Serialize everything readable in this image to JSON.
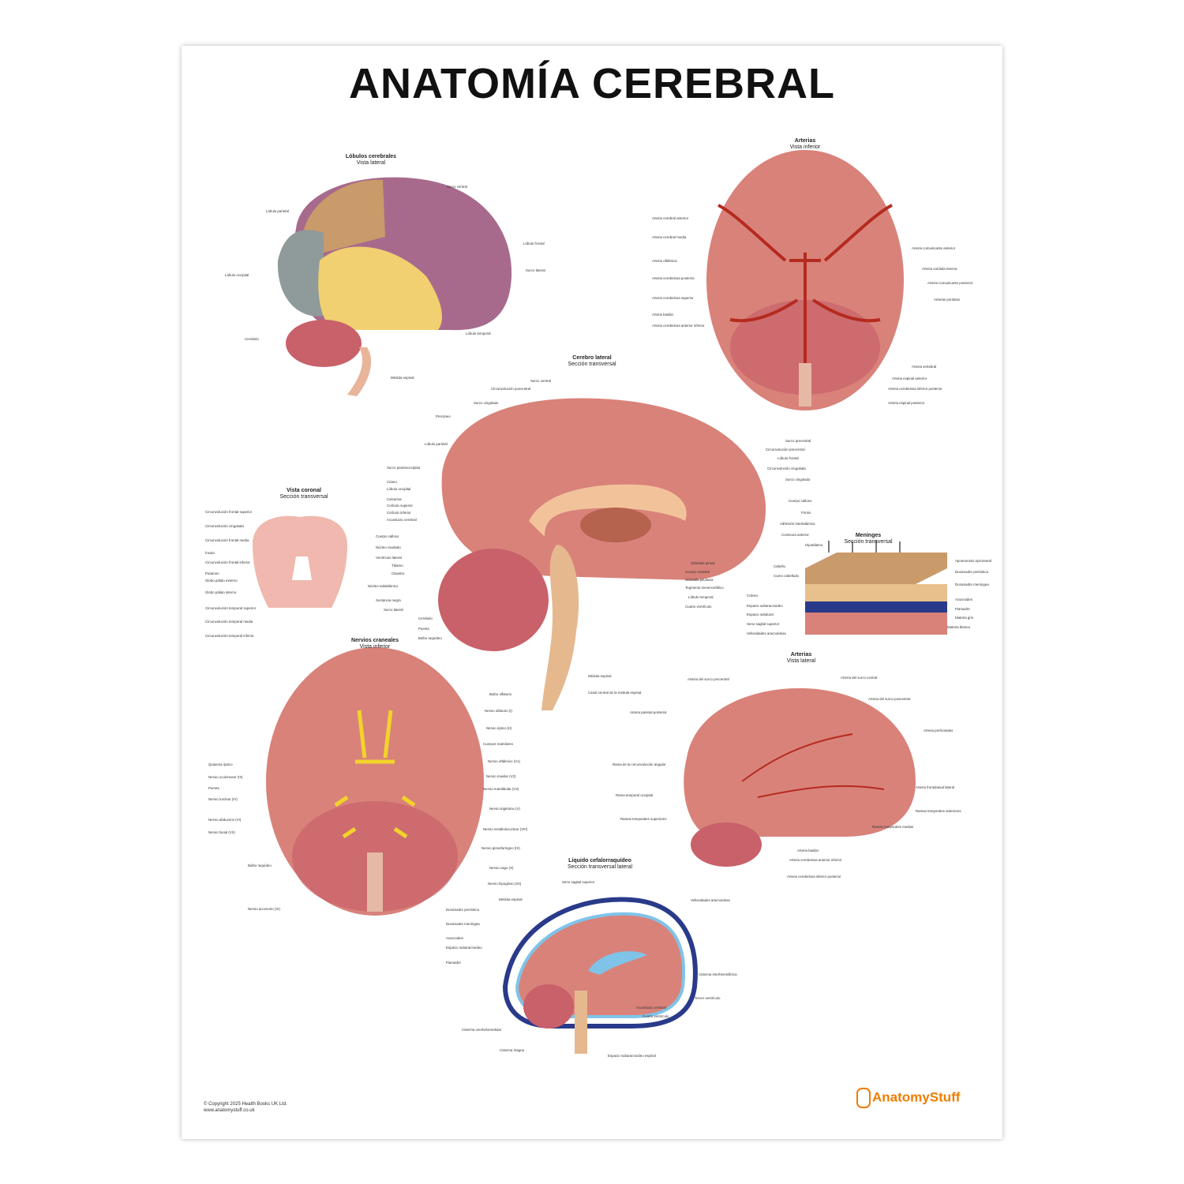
{
  "poster": {
    "title": "ANATOMÍA CEREBRAL",
    "panels": {
      "lobes": {
        "title": "Lóbulos cerebrales",
        "subtitle": "Vista lateral",
        "labels": [
          "Surco central",
          "Lóbulo parietal",
          "Lóbulo frontal",
          "Lóbulo occipital",
          "Surco lateral",
          "Cerebelo",
          "Lóbulo temporal",
          "Médula espinal"
        ]
      },
      "arteries_inferior": {
        "title": "Arterias",
        "subtitle": "Vista inferior",
        "labels": [
          "Arteria cerebral anterior",
          "Arteria cerebral media",
          "Arteria oftálmica",
          "Arteria cerebelosa posterior",
          "Arteria cerebelosa superior",
          "Arteria basilar",
          "Arteria cerebelosa anterior inferior",
          "Arteria comunicante anterior",
          "Arteria carótida interna",
          "Arteria comunicante posterior",
          "Arterias pontinas",
          "Arteria vertebral",
          "Arteria espinal anterior",
          "Arteria cerebelosa inferior posterior",
          "Arteria espinal posterior"
        ]
      },
      "median": {
        "title": "Cerebro lateral",
        "subtitle": "Sección transversal",
        "labels": [
          "Surco central",
          "Circunvolución poscentral",
          "Surco cingulado",
          "Precúneo",
          "Lóbulo parietal",
          "Surco parietooccipital",
          "Cúneo",
          "Lóbulo occipital",
          "Calcarina",
          "Colículo superior",
          "Colículo inferior",
          "Acueducto cerebral",
          "Surco precentral",
          "Circunvolución precentral",
          "Lóbulo frontal",
          "Circunvolución cingulada",
          "Surco cingulado",
          "Cuerpo calloso",
          "Fórnix",
          "Adhesión intertalámica",
          "Comisura anterior",
          "Hipotálamo",
          "Glándula pineal",
          "Cuerpo mamilar",
          "Glándula pituitaria",
          "Tegmento mesencefálico",
          "Lóbulo temporal",
          "Cuarto ventrículo",
          "Cerebelo",
          "Puente",
          "Bulbo raquídeo",
          "Médula espinal",
          "Canal central de la médula espinal"
        ]
      },
      "coronal": {
        "title": "Vista coronal",
        "subtitle": "Sección transversal",
        "labels": [
          "Circunvolución frontal superior",
          "Circunvolución cingulada",
          "Circunvolución frontal media",
          "Ínsula",
          "Circunvolución frontal inferior",
          "Putamen",
          "Globo pálido externo",
          "Globo pálido interno",
          "Circunvolución temporal superior",
          "Circunvolución temporal media",
          "Circunvolución temporal inferior",
          "Cuerpo calloso",
          "Núcleo caudado",
          "Ventrículo lateral",
          "Tálamo",
          "Claustro",
          "Núcleo subtalámico",
          "Sustancia negra",
          "Surco lateral"
        ]
      },
      "meninges": {
        "title": "Meninges",
        "subtitle": "Sección transversal",
        "labels": [
          "Cabello",
          "Cuero cabelludo",
          "Cráneo",
          "Espacio subaracnoideo",
          "Espacio subdural",
          "Seno sagital superior",
          "Vellosidades aracnoideas",
          "Aponeurosis epicraneal",
          "Duramadre perióstica",
          "Duramadre meníngea",
          "Aracnoides",
          "Piamadre",
          "Materia gris",
          "Materia blanca"
        ]
      },
      "nerves": {
        "title": "Nervios craneales",
        "subtitle": "Vista inferior",
        "labels": [
          "Bulbo olfatorio",
          "Nervio olfatorio (I)",
          "Nervio óptico (II)",
          "Cuerpos mamilares",
          "Nervio oftálmico (V1)",
          "Nervio maxilar (V2)",
          "Nervio mandibular (V3)",
          "Nervio trigémino (V)",
          "Nervio vestibulococlear (VIII)",
          "Nervio glosofaríngeo (IX)",
          "Nervio vago (X)",
          "Nervio hipogloso (XII)",
          "Médula espinal",
          "Quiasma óptico",
          "Nervio oculomotor (III)",
          "Puente",
          "Nervio troclear (IV)",
          "Nervio abducens (VI)",
          "Nervio facial (VII)",
          "Bulbo raquídeo",
          "Nervio accesorio (XI)"
        ]
      },
      "arteries_lateral": {
        "title": "Arterias",
        "subtitle": "Vista lateral",
        "labels": [
          "Arteria del surco precentral",
          "Arteria del surco central",
          "Arteria del surco poscentral",
          "Arteria parietal posterior",
          "Arteria prefrontales",
          "Rama de la circunvolución angular",
          "Arteria frontobasal lateral",
          "Rama temporal occipital",
          "Ramas temporales superiores",
          "Ramas temporales anteriores",
          "Ramas temporales medias",
          "Arteria basilar",
          "Arteria cerebelosa anterior inferior",
          "Arteria cerebelosa inferior posterior"
        ]
      },
      "csf": {
        "title": "Líquido cefalorraquídeo",
        "subtitle": "Sección transversal lateral",
        "labels": [
          "Seno sagital superior",
          "Vellosidades aracnoideas",
          "Duramadre perióstica",
          "Duramadre meníngea",
          "Aracnoides",
          "Espacio subaracnoideo",
          "Piamadre",
          "Cisterna interhemisférica",
          "Cisterna cerebelomedular",
          "Cisterna magna",
          "Espacio subaracnoideo espinal",
          "Acueducto cerebral",
          "Cuarto ventrículo",
          "Tercer ventrículo"
        ]
      }
    },
    "copyright": "© Copyright 2025 Health Books UK Ltd.",
    "website": "www.anatomystuff.co.uk",
    "brand": "AnatomyStuff",
    "colors": {
      "brand": "#f07c00",
      "brain": "#d9827a",
      "frontal": "#a86a8c",
      "parietal": "#c99a6a",
      "occipital": "#8f9a9a",
      "temporal": "#f0d070",
      "cerebellum": "#c8616a",
      "artery": "#b52a1f",
      "nerve": "#f2d32a",
      "csf": "#7fc4e8",
      "dura": "#2a3a8a"
    }
  }
}
